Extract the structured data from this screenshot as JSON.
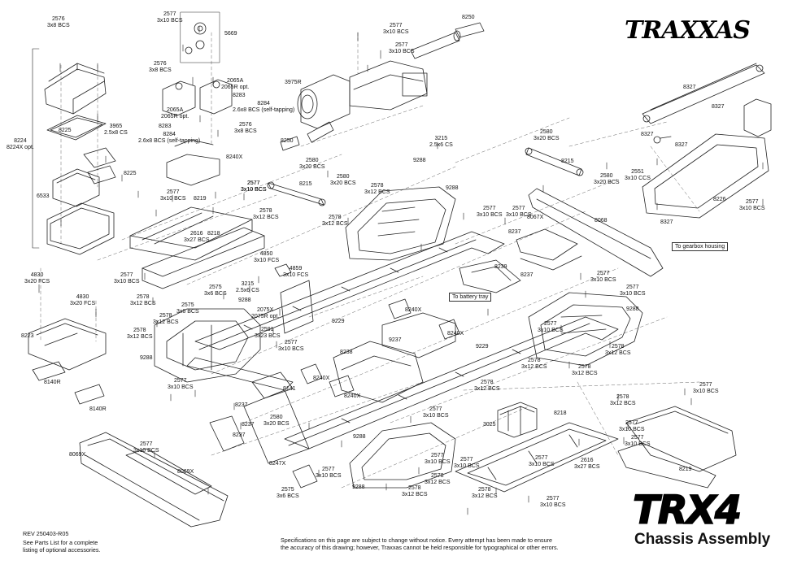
{
  "brand_logo": "TRAXXAS",
  "model_name": "TRX4",
  "title": "Chassis Assembly",
  "revision": "REV 250403-R05",
  "parts_note": [
    "See Parts List for a complete",
    "listing of optional accessories."
  ],
  "disclaimer": [
    "Specifications on this page are subject to change without notice. Every attempt has been made to ensure",
    "the accuracy of this drawing; however, Traxxas cannot be held responsible for typographical or other errors."
  ],
  "box_labels": [
    "To gearbox housing",
    "To battery tray"
  ],
  "callouts": [
    {
      "id": "c1",
      "part": "2576",
      "sub": "3x8 BCS"
    },
    {
      "id": "c2",
      "part": "2577",
      "sub": "3x10 BCS"
    },
    {
      "id": "c3",
      "part": "5669",
      "sub": ""
    },
    {
      "id": "c4",
      "part": "2576",
      "sub": "3x8 BCS"
    },
    {
      "id": "c5",
      "part": "2065A",
      "sub": "2065R opt."
    },
    {
      "id": "c6",
      "part": "2065A",
      "sub": "2065R opt."
    },
    {
      "id": "c7",
      "part": "8283",
      "sub": ""
    },
    {
      "id": "c8",
      "part": "8284",
      "sub": "2.6x8 BCS (self-tapping)"
    },
    {
      "id": "c9",
      "part": "8283",
      "sub": ""
    },
    {
      "id": "c10",
      "part": "8284",
      "sub": "2.6x8 BCS (self-tapping)"
    },
    {
      "id": "c11",
      "part": "2576",
      "sub": "3x8 BCS"
    },
    {
      "id": "c12",
      "part": "8240X",
      "sub": ""
    },
    {
      "id": "c13",
      "part": "8224",
      "sub": "8224X opt."
    },
    {
      "id": "c14",
      "part": "8225",
      "sub": ""
    },
    {
      "id": "c15",
      "part": "3965",
      "sub": "2.5x8 CS"
    },
    {
      "id": "c16",
      "part": "8225",
      "sub": ""
    },
    {
      "id": "c17",
      "part": "6533",
      "sub": ""
    },
    {
      "id": "c18",
      "part": "2577",
      "sub": "3x10 BCS"
    },
    {
      "id": "c19",
      "part": "2577",
      "sub": "3x10 BCS"
    },
    {
      "id": "c20",
      "part": "8250",
      "sub": ""
    },
    {
      "id": "c21",
      "part": "3975R",
      "sub": ""
    },
    {
      "id": "c22",
      "part": "8250",
      "sub": ""
    },
    {
      "id": "c23",
      "part": "3215",
      "sub": "2.5x6 CS"
    },
    {
      "id": "c24",
      "part": "9288",
      "sub": ""
    },
    {
      "id": "c25",
      "part": "2580",
      "sub": "3x20 BCS"
    },
    {
      "id": "c26",
      "part": "8215",
      "sub": ""
    },
    {
      "id": "c27",
      "part": "2580",
      "sub": "3x20 BCS"
    },
    {
      "id": "c28",
      "part": "2578",
      "sub": "3x12 BCS"
    },
    {
      "id": "c29",
      "part": "9288",
      "sub": ""
    },
    {
      "id": "c30",
      "part": "2578",
      "sub": "3x12 BCS"
    },
    {
      "id": "c31",
      "part": "2577",
      "sub": "3x10 BCS"
    },
    {
      "id": "c32",
      "part": "8219",
      "sub": ""
    },
    {
      "id": "c33",
      "part": "2577",
      "sub": "3x10 BCS"
    },
    {
      "id": "c34",
      "part": "2578",
      "sub": "3x12 BCS"
    },
    {
      "id": "c35",
      "part": "2616",
      "sub": "3x27 BCS"
    },
    {
      "id": "c36",
      "part": "8218",
      "sub": ""
    },
    {
      "id": "c37",
      "part": "2577",
      "sub": "3x10 BCS"
    },
    {
      "id": "c38",
      "part": "4850",
      "sub": "3x10 FCS"
    },
    {
      "id": "c39",
      "part": "4859",
      "sub": "3x10 FCS"
    },
    {
      "id": "c40",
      "part": "2575",
      "sub": "3x6 BCS"
    },
    {
      "id": "c41",
      "part": "3215",
      "sub": "2.5x6 CS"
    },
    {
      "id": "c42",
      "part": "9288",
      "sub": ""
    },
    {
      "id": "c43",
      "part": "2578",
      "sub": "3x12 BCS"
    },
    {
      "id": "c44",
      "part": "2575",
      "sub": "3x6 BCS"
    },
    {
      "id": "c45",
      "part": "2075X",
      "sub": "2075R opt."
    },
    {
      "id": "c46",
      "part": "2591",
      "sub": "3x23 BCS"
    },
    {
      "id": "c47",
      "part": "2578",
      "sub": "3x12 BCS"
    },
    {
      "id": "c48",
      "part": "2578",
      "sub": "3x12 BCS"
    },
    {
      "id": "c49",
      "part": "9229",
      "sub": ""
    },
    {
      "id": "c50",
      "part": "4830",
      "sub": "3x20 FCS"
    },
    {
      "id": "c51",
      "part": "4830",
      "sub": "3x20 FCS"
    },
    {
      "id": "c52",
      "part": "8223",
      "sub": ""
    },
    {
      "id": "c53",
      "part": "9288",
      "sub": ""
    },
    {
      "id": "c54",
      "part": "8140R",
      "sub": ""
    },
    {
      "id": "c55",
      "part": "8140R",
      "sub": ""
    },
    {
      "id": "c56",
      "part": "2577",
      "sub": "3x10 BCS"
    },
    {
      "id": "c57",
      "part": "2577",
      "sub": "3x10 BCS"
    },
    {
      "id": "c58",
      "part": "8240X",
      "sub": ""
    },
    {
      "id": "c59",
      "part": "8238",
      "sub": ""
    },
    {
      "id": "c60",
      "part": "8240X",
      "sub": ""
    },
    {
      "id": "c61",
      "part": "8141",
      "sub": ""
    },
    {
      "id": "c62",
      "part": "8237",
      "sub": ""
    },
    {
      "id": "c63",
      "part": "8240X",
      "sub": ""
    },
    {
      "id": "c64",
      "part": "9237",
      "sub": ""
    },
    {
      "id": "c65",
      "part": "8240X",
      "sub": ""
    },
    {
      "id": "c66",
      "part": "9229",
      "sub": ""
    },
    {
      "id": "c67",
      "part": "2577",
      "sub": "3x10 BCS"
    },
    {
      "id": "c68",
      "part": "8237",
      "sub": ""
    },
    {
      "id": "c69",
      "part": "2580",
      "sub": "3x20 BCS"
    },
    {
      "id": "c70",
      "part": "8237",
      "sub": ""
    },
    {
      "id": "c71",
      "part": "2577",
      "sub": "3x10 BCS"
    },
    {
      "id": "c72",
      "part": "8069X",
      "sub": ""
    },
    {
      "id": "c73",
      "part": "8069X",
      "sub": ""
    },
    {
      "id": "c74",
      "part": "8247X",
      "sub": ""
    },
    {
      "id": "c75",
      "part": "2575",
      "sub": "3x6 BCS"
    },
    {
      "id": "c76",
      "part": "2577",
      "sub": "3x10 BCS"
    },
    {
      "id": "c77",
      "part": "9288",
      "sub": ""
    },
    {
      "id": "c78",
      "part": "9288",
      "sub": ""
    },
    {
      "id": "c79",
      "part": "2577",
      "sub": "3x10 BCS"
    },
    {
      "id": "c80",
      "part": "2577",
      "sub": "3x10 BCS"
    },
    {
      "id": "c81",
      "part": "2578",
      "sub": "3x12 BCS"
    },
    {
      "id": "c82",
      "part": "2578",
      "sub": "3x12 BCS"
    },
    {
      "id": "c83",
      "part": "2578",
      "sub": "3x12 BCS"
    },
    {
      "id": "c84",
      "part": "2577",
      "sub": "3x10 BCS"
    },
    {
      "id": "c85",
      "part": "3025",
      "sub": ""
    },
    {
      "id": "c86",
      "part": "2578",
      "sub": "3x12 BCS"
    },
    {
      "id": "c87",
      "part": "2578",
      "sub": "3x12 BCS"
    },
    {
      "id": "c88",
      "part": "8218",
      "sub": ""
    },
    {
      "id": "c89",
      "part": "2577",
      "sub": "3x10 BCS"
    },
    {
      "id": "c90",
      "part": "2616",
      "sub": "3x27 BCS"
    },
    {
      "id": "c91",
      "part": "2577",
      "sub": "3x10 BCS"
    },
    {
      "id": "c92",
      "part": "8219",
      "sub": ""
    },
    {
      "id": "c93",
      "part": "2578",
      "sub": "3x12 BCS"
    },
    {
      "id": "c94",
      "part": "2577",
      "sub": "3x10 BCS"
    },
    {
      "id": "c95",
      "part": "2577",
      "sub": "3x10 BCS"
    },
    {
      "id": "c96",
      "part": "8215",
      "sub": ""
    },
    {
      "id": "c97",
      "part": "2580",
      "sub": "3x20 BCS"
    },
    {
      "id": "c98",
      "part": "2580",
      "sub": "3x20 BCS"
    },
    {
      "id": "c99",
      "part": "2577",
      "sub": "3x10 BCS"
    },
    {
      "id": "c100",
      "part": "8067X",
      "sub": ""
    },
    {
      "id": "c101",
      "part": "8068",
      "sub": ""
    },
    {
      "id": "c102",
      "part": "8237",
      "sub": ""
    },
    {
      "id": "c103",
      "part": "8239",
      "sub": ""
    },
    {
      "id": "c104",
      "part": "8237",
      "sub": ""
    },
    {
      "id": "c105",
      "part": "2577",
      "sub": "3x10 BCS"
    },
    {
      "id": "c106",
      "part": "2577",
      "sub": "3x10 BCS"
    },
    {
      "id": "c107",
      "part": "2577",
      "sub": "3x10 BCS"
    },
    {
      "id": "c108",
      "part": "9288",
      "sub": ""
    },
    {
      "id": "c109",
      "part": "2578",
      "sub": "3x12 BCS"
    },
    {
      "id": "c110",
      "part": "2578",
      "sub": "3x12 BCS"
    },
    {
      "id": "c111",
      "part": "8327",
      "sub": ""
    },
    {
      "id": "c112",
      "part": "8327",
      "sub": ""
    },
    {
      "id": "c113",
      "part": "8327",
      "sub": ""
    },
    {
      "id": "c114",
      "part": "8327",
      "sub": ""
    },
    {
      "id": "c115",
      "part": "2551",
      "sub": "3x10 CCS"
    },
    {
      "id": "c116",
      "part": "8226",
      "sub": ""
    },
    {
      "id": "c117",
      "part": "2577",
      "sub": "3x10 BCS"
    },
    {
      "id": "c118",
      "part": "8327",
      "sub": ""
    },
    {
      "id": "c119",
      "part": "2577",
      "sub": "3x10 BCS"
    },
    {
      "id": "c120",
      "part": "2577",
      "sub": "3x10 BCS"
    }
  ]
}
